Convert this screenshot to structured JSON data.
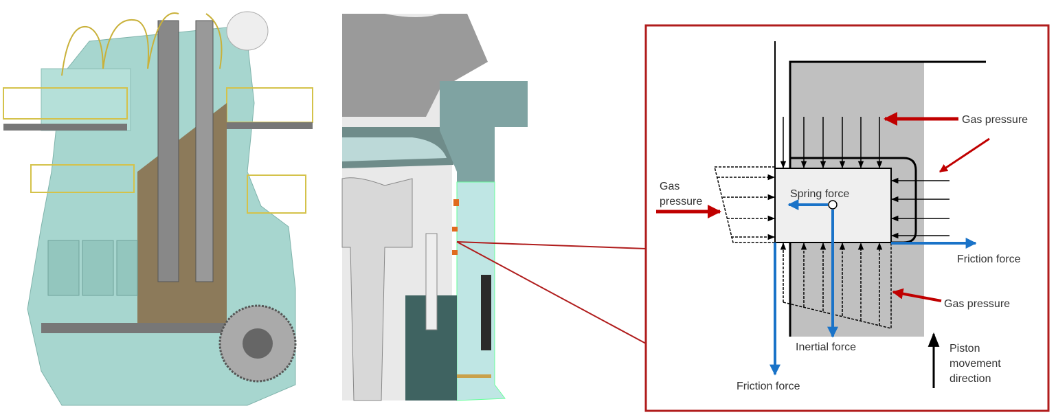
{
  "figure": {
    "left_panel": {
      "subject": "engine-3d-cutaway"
    },
    "middle_panel": {
      "subject": "cylinder-cross-section"
    },
    "diagram": {
      "labels": {
        "gas_pressure_top": "Gas pressure",
        "gas_pressure_left_line1": "Gas",
        "gas_pressure_left_line2": "pressure",
        "gas_pressure_bottom": "Gas pressure",
        "spring_force": "Spring force",
        "friction_force_right": "Friction force",
        "friction_force_bottom": "Friction force",
        "inertial_force": "Inertial force",
        "piston_line1": "Piston",
        "piston_line2": "movement",
        "piston_line3": "direction"
      },
      "colors": {
        "frame": "#b01c1c",
        "pressure_arrow": "#c00000",
        "force_arrow": "#1a73c8",
        "liner": "#c0c0c0",
        "ring": "#efefef"
      }
    }
  }
}
